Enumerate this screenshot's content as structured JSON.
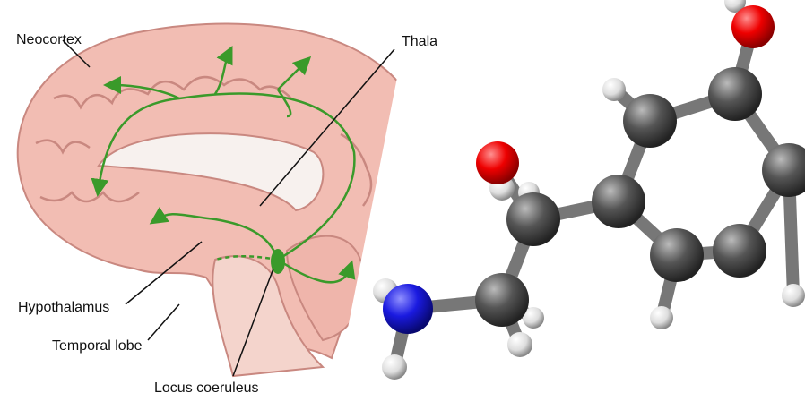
{
  "labels": {
    "neocortex": "Neocortex",
    "thalamus": "Thala",
    "hypothalamus": "Hypothalamus",
    "temporal_lobe": "Temporal lobe",
    "locus_coeruleus": "Locus coeruleus"
  },
  "colors": {
    "brain": "#f2bdb3",
    "brain_outline": "#c98880",
    "pathway": "#3a9a2a",
    "carbon": "#555555",
    "oxygen": "#e00000",
    "nitrogen": "#1a1ae0",
    "hydrogen": "#eeeeee"
  }
}
